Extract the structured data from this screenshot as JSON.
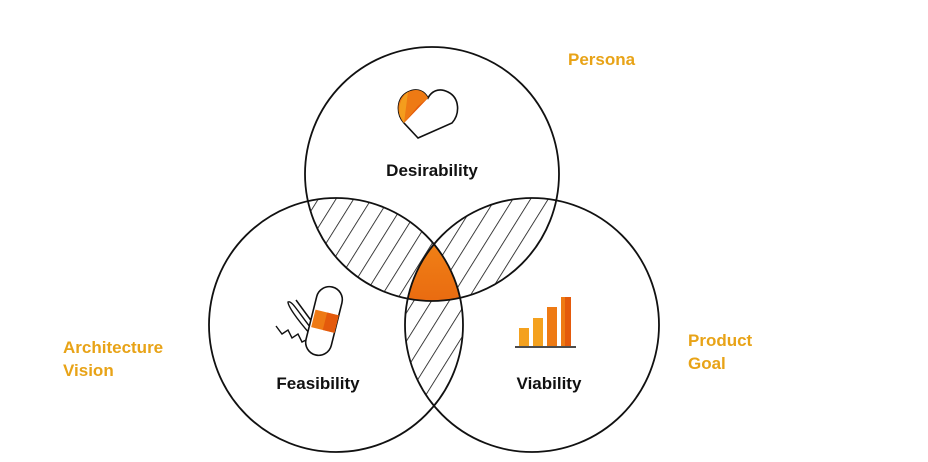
{
  "colors": {
    "accent": "#E8A317",
    "orange_dark": "#E45A0C",
    "orange_mid": "#EE7A14",
    "orange_light": "#F4A11E",
    "stroke": "#111111",
    "background": "#FFFFFF"
  },
  "circles": {
    "top": {
      "label": "Desirability",
      "icon": "heart-icon"
    },
    "left": {
      "label": "Feasibility",
      "icon": "swiss-army-knife-icon"
    },
    "right": {
      "label": "Viability",
      "icon": "bar-chart-icon"
    }
  },
  "side_labels": {
    "persona": "Persona",
    "architecture": {
      "line1": "Architecture",
      "line2": "Vision"
    },
    "product_goal": {
      "line1": "Product",
      "line2": "Goal"
    }
  }
}
